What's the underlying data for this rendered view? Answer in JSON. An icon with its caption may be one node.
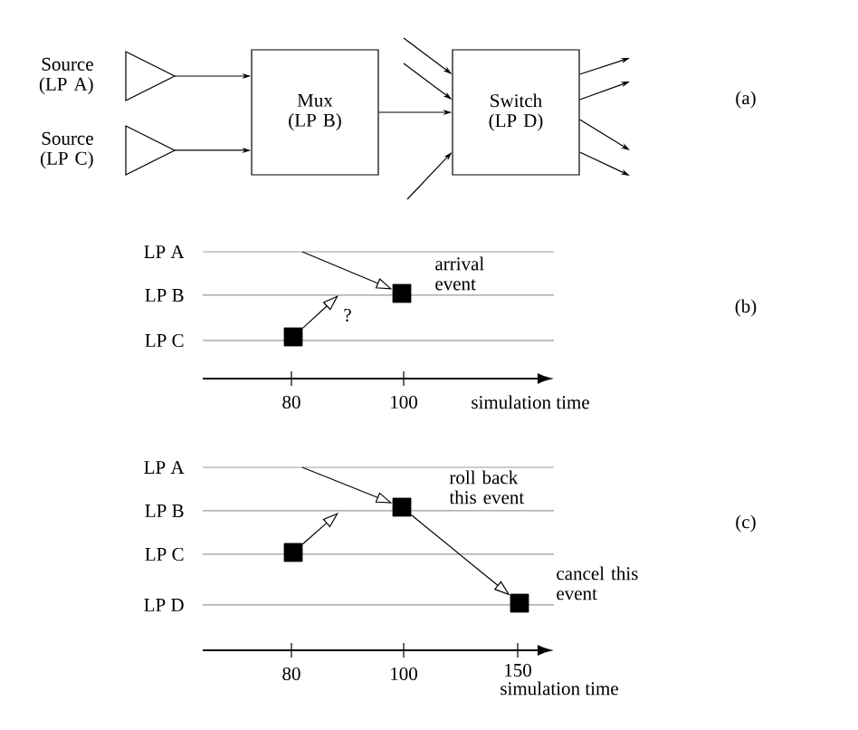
{
  "diagram": {
    "nodes": [
      {
        "text": [],
        "shape": "triangle",
        "beside": [
          "Source (LP A)"
        ]
      },
      {
        "text": [],
        "shape": "triangle",
        "beside": [
          "Source (LP C)"
        ]
      },
      {
        "text": [
          "Mux (LP B)"
        ]
      },
      {
        "text": [
          "Switch (LP D)"
        ]
      },
      {
        "text": [],
        "shape": "box",
        "beside": [
          "arrival event"
        ]
      },
      {
        "text": [],
        "shape": "box"
      },
      {
        "text": [],
        "shape": "box",
        "beside": [
          "roll back this event"
        ]
      },
      {
        "text": [],
        "shape": "box"
      },
      {
        "text": [],
        "shape": "box",
        "beside": [
          "cancel this event"
        ]
      }
    ],
    "edges": [
      {
        "from": 0,
        "to": 2,
        "arrow": "to"
      },
      {
        "from": 1,
        "to": 2,
        "arrow": "to"
      },
      {
        "from": 2,
        "to": 3,
        "arrow": "to"
      },
      {
        "from": null,
        "to": 3,
        "arrow": "to"
      },
      {
        "from": null,
        "to": 3,
        "arrow": "to"
      },
      {
        "from": null,
        "to": 3,
        "arrow": "to"
      },
      {
        "from": 3,
        "to": null,
        "arrow": "to"
      },
      {
        "from": 3,
        "to": null,
        "arrow": "to"
      },
      {
        "from": 3,
        "to": null,
        "arrow": "to"
      },
      {
        "from": 3,
        "to": null,
        "arrow": "to"
      },
      {
        "from": null,
        "to": 4,
        "arrow": "to"
      },
      {
        "from": 5,
        "to": null,
        "arrow": "to",
        "label": "?"
      },
      {
        "from": null,
        "to": 6,
        "arrow": "to"
      },
      {
        "from": 7,
        "to": null,
        "arrow": "to"
      },
      {
        "from": 6,
        "to": 8,
        "arrow": "to"
      }
    ],
    "labels": [
      "(a)",
      "LP A",
      "LP B",
      "LP C",
      "80",
      "100",
      "simulation time",
      "(b)",
      "LP A",
      "LP B",
      "LP C",
      "LP D",
      "80",
      "100",
      "150",
      "simulation time",
      "(c)"
    ]
  }
}
